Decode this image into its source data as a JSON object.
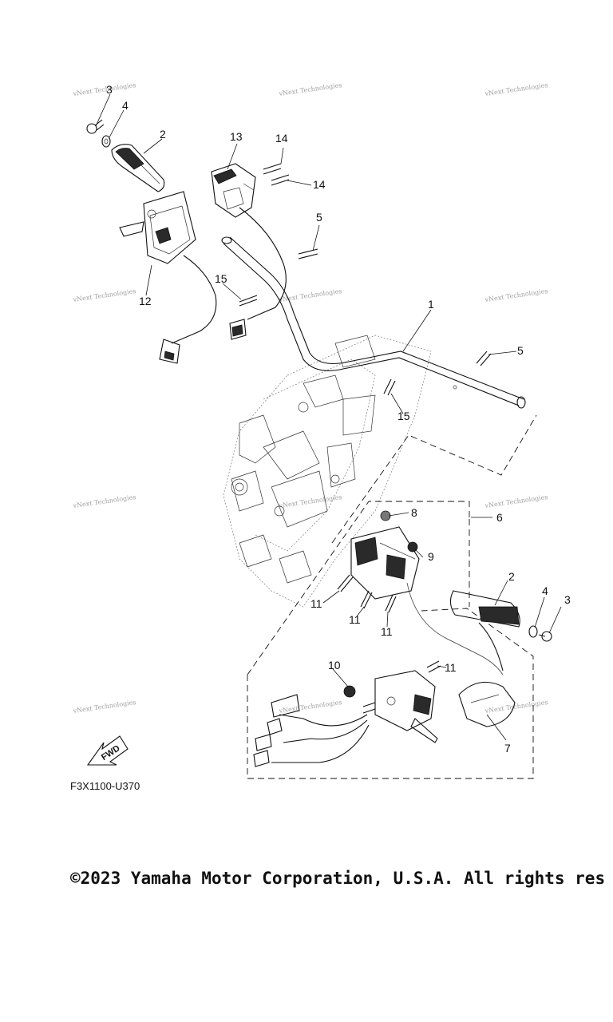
{
  "diagram": {
    "reference_code": "F3X1100-U370",
    "fwd_label": "FWD",
    "watermark": "vNext Technologies",
    "copyright": "©2023 Yamaha Motor Corporation, U.S.A. All rights res",
    "callouts": {
      "c1": "1",
      "c2a": "2",
      "c2b": "2",
      "c3a": "3",
      "c3b": "3",
      "c4a": "4",
      "c4b": "4",
      "c5a": "5",
      "c5b": "5",
      "c6": "6",
      "c7": "7",
      "c8": "8",
      "c9": "9",
      "c10": "10",
      "c11a": "11",
      "c11b": "11",
      "c11c": "11",
      "c11d": "11",
      "c12": "12",
      "c13": "13",
      "c14a": "14",
      "c14b": "14",
      "c15a": "15",
      "c15b": "15"
    }
  }
}
